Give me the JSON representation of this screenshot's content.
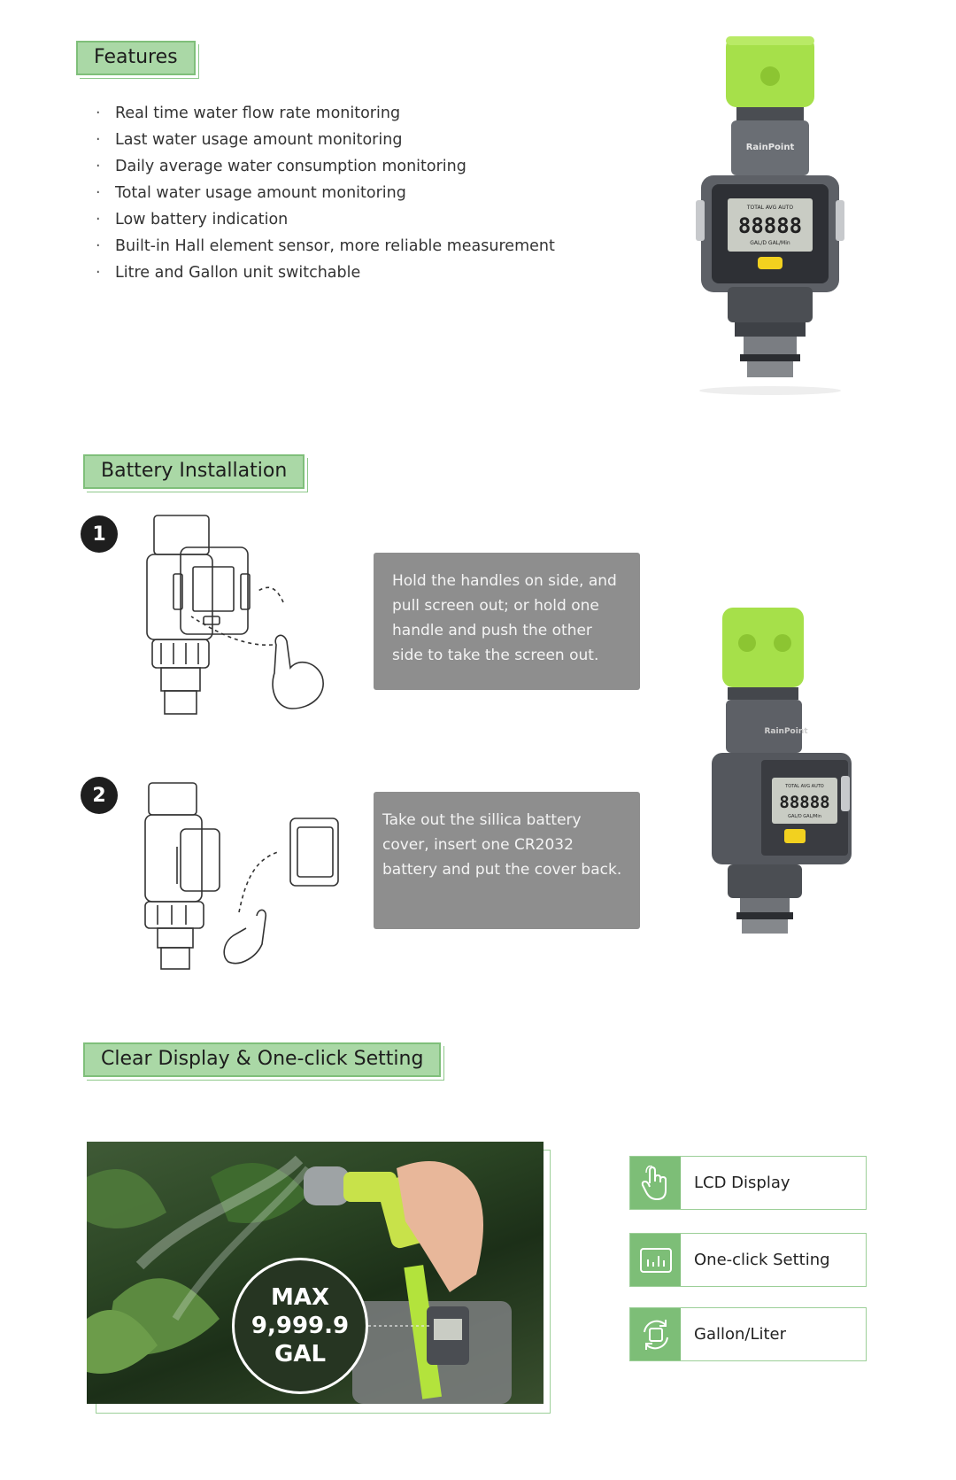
{
  "sections": {
    "features_title": "Features",
    "battery_title": "Battery Installation",
    "display_title": "Clear Display & One-click Setting"
  },
  "features": [
    "Real time water flow rate monitoring",
    "Last water usage amount monitoring",
    "Daily average water consumption monitoring",
    "Total water usage amount monitoring",
    "Low battery indication",
    "Built-in Hall element sensor, more reliable measurement",
    "Litre and Gallon unit switchable"
  ],
  "device": {
    "brand_label": "RainPoint",
    "lcd_header": "TOTAL AVG AUTO",
    "lcd_digits": "88888",
    "lcd_units": "GAL/D GAL/Min"
  },
  "steps": [
    {
      "number": "1",
      "text": "Hold the handles on side, and pull screen out; or hold one handle and push the other side to take the screen out."
    },
    {
      "number": "2",
      "text": "Take out the sillica battery cover, insert one CR2032 battery and put the cover back."
    }
  ],
  "max_badge": {
    "line1": "MAX",
    "line2": "9,999.9",
    "line3": "GAL"
  },
  "feature_cards": [
    {
      "label": "LCD Display",
      "icon": "touch-hand-icon"
    },
    {
      "label": "One-click Setting",
      "icon": "bar-display-icon"
    },
    {
      "label": "Gallon/Liter",
      "icon": "switch-unit-icon"
    }
  ],
  "colors": {
    "accent_green": "#aad8a6",
    "lime": "#a6e04a",
    "device_gray": "#5d6066",
    "step_box_gray": "#8e8e8e"
  }
}
